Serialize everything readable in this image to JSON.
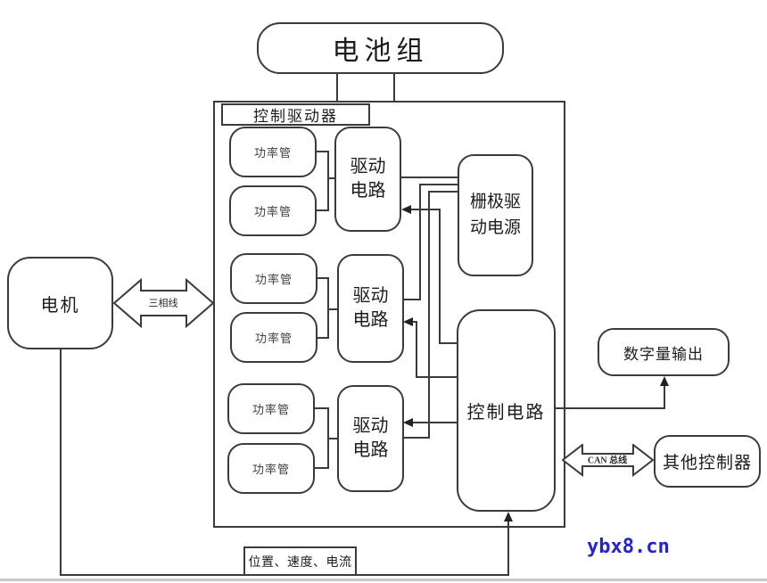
{
  "diagram": {
    "battery_label": "电池组",
    "controller_label": "控制驱动器",
    "power_tube_label": "功率管",
    "drive_circuit_label": "驱动电路",
    "gate_supply_label": "栅极驱动电源",
    "control_circuit_label": "控制电路",
    "motor_label": "电机",
    "three_phase_label": "三相线",
    "digital_output_label": "数字量输出",
    "other_controller_label": "其他控制器",
    "can_bus_label": "CAN 总线",
    "feedback_label": "位置、速度、电流",
    "watermark": "ybx8.cn",
    "colors": {
      "line": "#3b3b3b",
      "watermark_blue": "#2323cf",
      "background": "#ffffff"
    }
  }
}
